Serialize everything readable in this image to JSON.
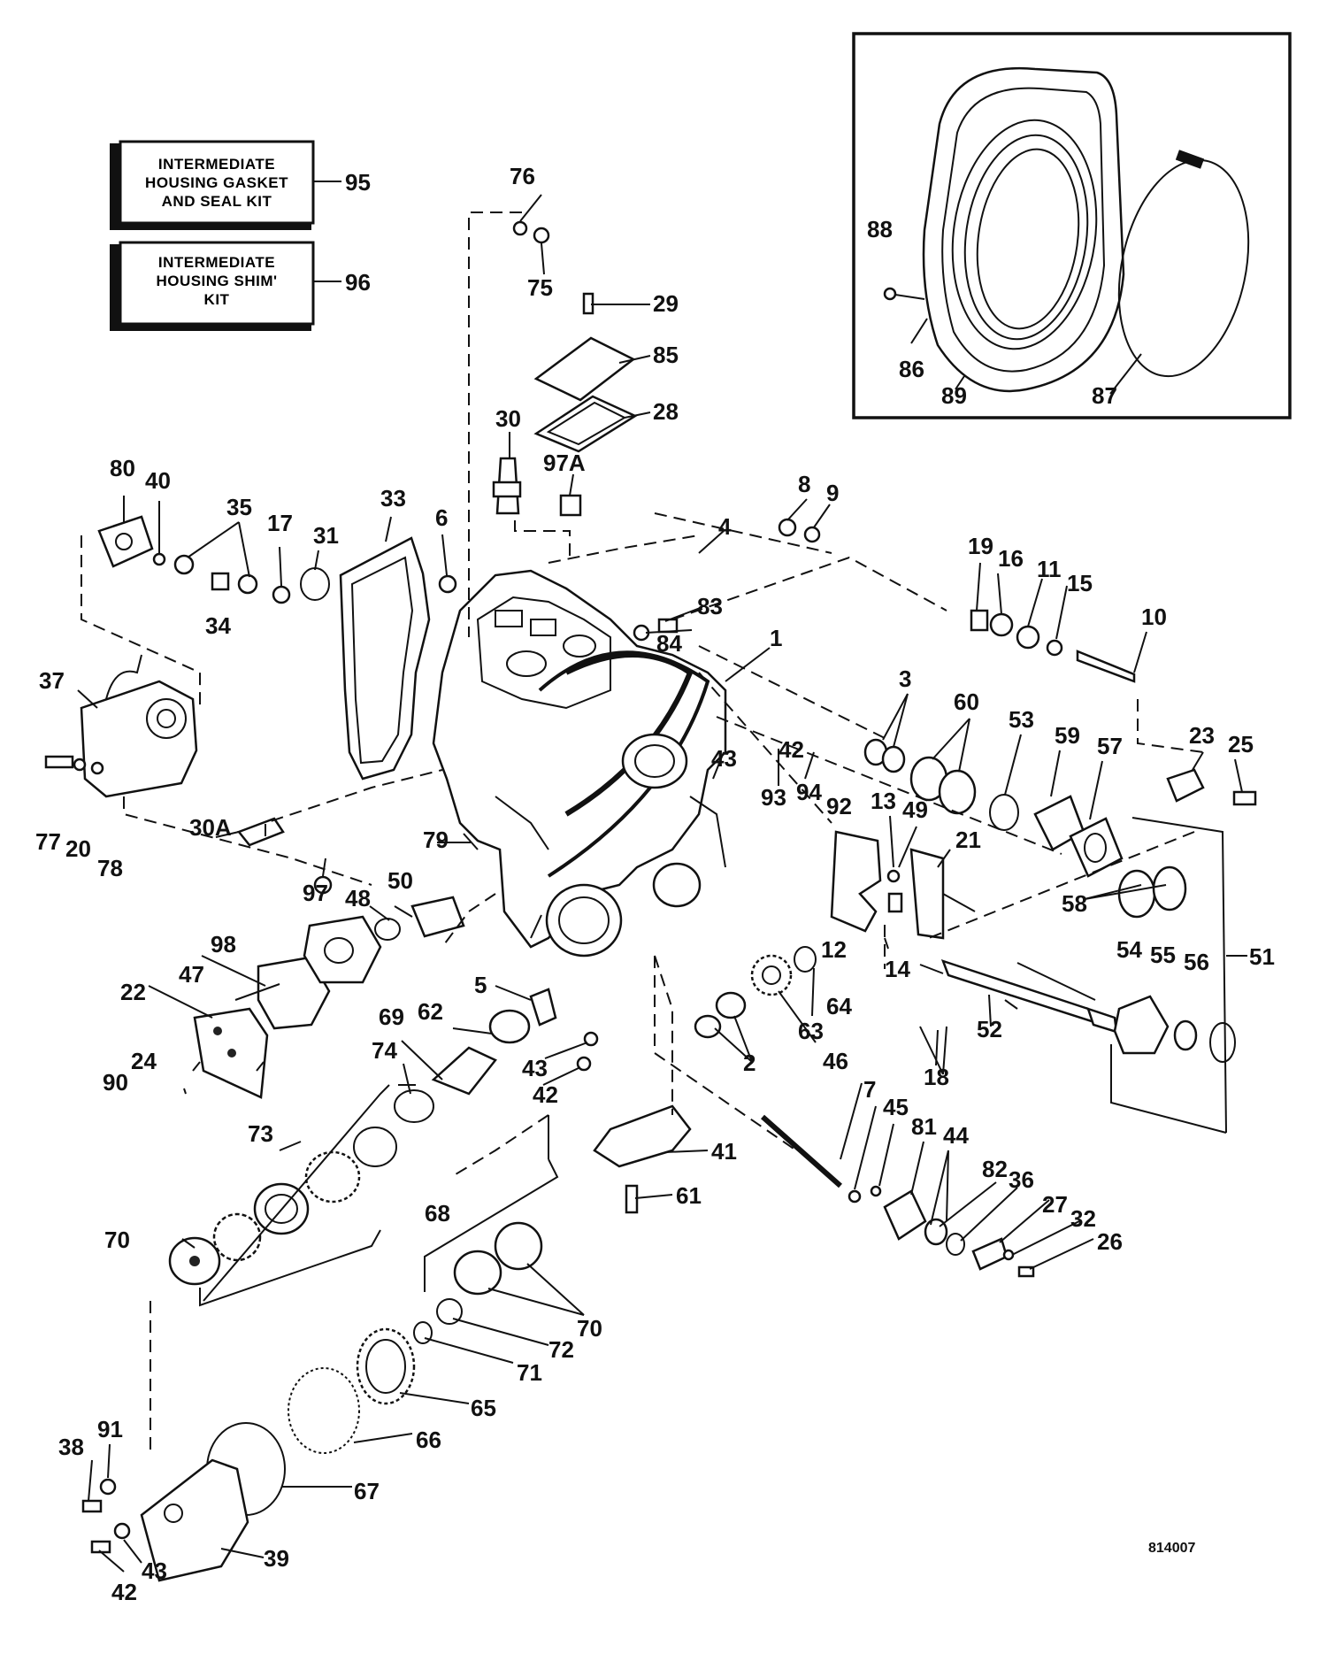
{
  "kits": [
    {
      "lines": [
        "INTERMEDIATE",
        "HOUSING GASKET",
        "AND SEAL KIT"
      ],
      "number": "95"
    },
    {
      "lines": [
        "INTERMEDIATE",
        "HOUSING SHIM'",
        "KIT"
      ],
      "number": "96"
    }
  ],
  "callouts": [
    {
      "id": "76",
      "text": "76"
    },
    {
      "id": "75",
      "text": "75"
    },
    {
      "id": "29",
      "text": "29"
    },
    {
      "id": "85",
      "text": "85"
    },
    {
      "id": "28",
      "text": "28"
    },
    {
      "id": "30",
      "text": "30"
    },
    {
      "id": "97A",
      "text": "97A"
    },
    {
      "id": "80",
      "text": "80"
    },
    {
      "id": "40",
      "text": "40"
    },
    {
      "id": "35",
      "text": "35"
    },
    {
      "id": "17",
      "text": "17"
    },
    {
      "id": "31",
      "text": "31"
    },
    {
      "id": "33",
      "text": "33"
    },
    {
      "id": "6",
      "text": "6"
    },
    {
      "id": "34",
      "text": "34"
    },
    {
      "id": "4",
      "text": "4"
    },
    {
      "id": "8",
      "text": "8"
    },
    {
      "id": "9",
      "text": "9"
    },
    {
      "id": "83",
      "text": "83"
    },
    {
      "id": "84",
      "text": "84"
    },
    {
      "id": "1",
      "text": "1"
    },
    {
      "id": "19",
      "text": "19"
    },
    {
      "id": "16",
      "text": "16"
    },
    {
      "id": "11",
      "text": "11"
    },
    {
      "id": "15",
      "text": "15"
    },
    {
      "id": "10",
      "text": "10"
    },
    {
      "id": "37",
      "text": "37"
    },
    {
      "id": "3",
      "text": "3"
    },
    {
      "id": "60",
      "text": "60"
    },
    {
      "id": "53",
      "text": "53"
    },
    {
      "id": "59",
      "text": "59"
    },
    {
      "id": "57",
      "text": "57"
    },
    {
      "id": "23",
      "text": "23"
    },
    {
      "id": "25",
      "text": "25"
    },
    {
      "id": "43a",
      "text": "43"
    },
    {
      "id": "42a",
      "text": "42"
    },
    {
      "id": "77",
      "text": "77"
    },
    {
      "id": "20",
      "text": "20"
    },
    {
      "id": "78",
      "text": "78"
    },
    {
      "id": "93",
      "text": "93"
    },
    {
      "id": "94",
      "text": "94"
    },
    {
      "id": "92",
      "text": "92"
    },
    {
      "id": "13",
      "text": "13"
    },
    {
      "id": "49",
      "text": "49"
    },
    {
      "id": "21",
      "text": "21"
    },
    {
      "id": "30A",
      "text": "30A"
    },
    {
      "id": "79",
      "text": "79"
    },
    {
      "id": "58",
      "text": "58"
    },
    {
      "id": "50",
      "text": "50"
    },
    {
      "id": "97",
      "text": "97"
    },
    {
      "id": "48",
      "text": "48"
    },
    {
      "id": "12",
      "text": "12"
    },
    {
      "id": "14",
      "text": "14"
    },
    {
      "id": "51",
      "text": "51"
    },
    {
      "id": "98",
      "text": "98"
    },
    {
      "id": "47",
      "text": "47"
    },
    {
      "id": "54",
      "text": "54"
    },
    {
      "id": "55",
      "text": "55"
    },
    {
      "id": "56",
      "text": "56"
    },
    {
      "id": "5",
      "text": "5"
    },
    {
      "id": "64",
      "text": "64"
    },
    {
      "id": "22",
      "text": "22"
    },
    {
      "id": "62",
      "text": "62"
    },
    {
      "id": "69",
      "text": "69"
    },
    {
      "id": "63",
      "text": "63"
    },
    {
      "id": "52",
      "text": "52"
    },
    {
      "id": "74",
      "text": "74"
    },
    {
      "id": "2",
      "text": "2"
    },
    {
      "id": "18",
      "text": "18"
    },
    {
      "id": "24",
      "text": "24"
    },
    {
      "id": "43b",
      "text": "43"
    },
    {
      "id": "90",
      "text": "90"
    },
    {
      "id": "42b",
      "text": "42"
    },
    {
      "id": "46",
      "text": "46"
    },
    {
      "id": "7",
      "text": "7"
    },
    {
      "id": "45",
      "text": "45"
    },
    {
      "id": "81",
      "text": "81"
    },
    {
      "id": "44",
      "text": "44"
    },
    {
      "id": "73",
      "text": "73"
    },
    {
      "id": "41",
      "text": "41"
    },
    {
      "id": "82",
      "text": "82"
    },
    {
      "id": "36",
      "text": "36"
    },
    {
      "id": "27",
      "text": "27"
    },
    {
      "id": "61",
      "text": "61"
    },
    {
      "id": "68",
      "text": "68"
    },
    {
      "id": "32",
      "text": "32"
    },
    {
      "id": "26",
      "text": "26"
    },
    {
      "id": "70a",
      "text": "70"
    },
    {
      "id": "70b",
      "text": "70"
    },
    {
      "id": "72",
      "text": "72"
    },
    {
      "id": "71",
      "text": "71"
    },
    {
      "id": "65",
      "text": "65"
    },
    {
      "id": "66",
      "text": "66"
    },
    {
      "id": "38",
      "text": "38"
    },
    {
      "id": "91",
      "text": "91"
    },
    {
      "id": "67",
      "text": "67"
    },
    {
      "id": "43c",
      "text": "43"
    },
    {
      "id": "39",
      "text": "39"
    },
    {
      "id": "42c",
      "text": "42"
    },
    {
      "id": "88",
      "text": "88"
    },
    {
      "id": "86",
      "text": "86"
    },
    {
      "id": "89",
      "text": "89"
    },
    {
      "id": "87",
      "text": "87"
    }
  ],
  "drawing_number": "814007"
}
